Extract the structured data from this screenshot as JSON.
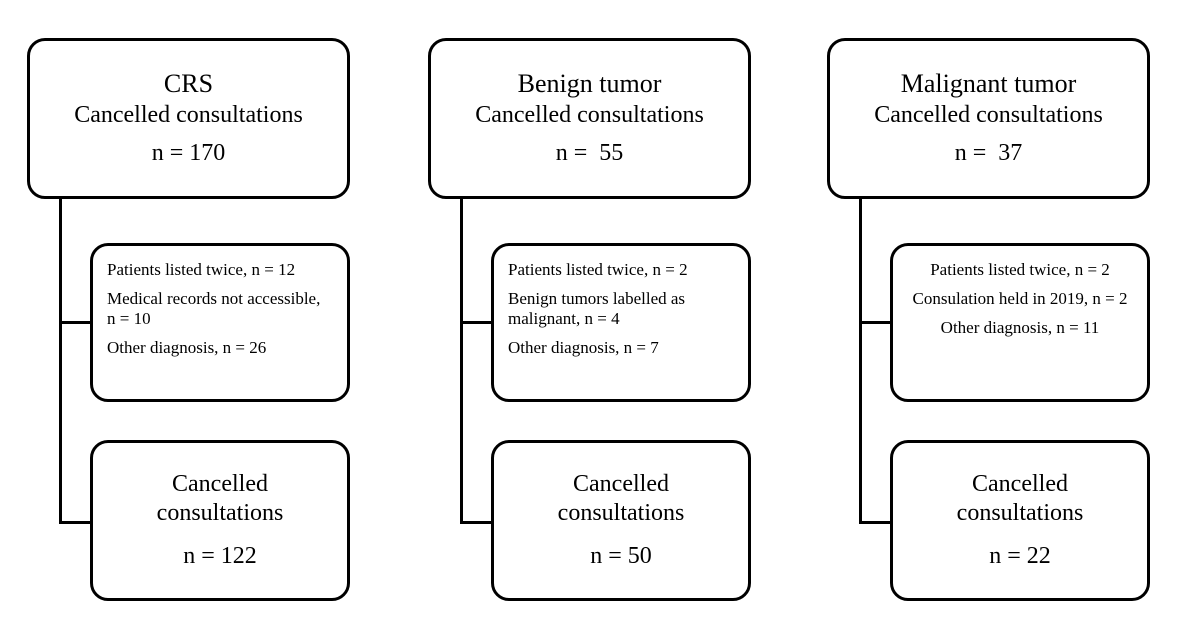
{
  "figure": {
    "type": "flow-diagram",
    "background_color": "#ffffff",
    "line_color": "#000000",
    "columns": [
      {
        "id": "crs",
        "top_box": {
          "title": "CRS",
          "subtitle": "Cancelled consultations",
          "count_label": "n = 170"
        },
        "exclusions": {
          "align": "left",
          "items": [
            "Patients listed twice, n = 12",
            "Medical records not accessible, n = 10",
            "Other diagnosis, n = 26"
          ]
        },
        "bottom_box": {
          "line1": "Cancelled",
          "line2": "consultations",
          "count_label": "n = 122"
        }
      },
      {
        "id": "benign-tumor",
        "top_box": {
          "title": "Benign tumor",
          "subtitle": "Cancelled consultations",
          "count_label": "n =  55"
        },
        "exclusions": {
          "align": "left",
          "items": [
            "Patients listed twice, n = 2",
            "Benign tumors labelled as malignant, n = 4",
            "Other diagnosis, n = 7"
          ]
        },
        "bottom_box": {
          "line1": "Cancelled",
          "line2": "consultations",
          "count_label": "n = 50"
        }
      },
      {
        "id": "malignant-tumor",
        "top_box": {
          "title": "Malignant tumor",
          "subtitle": "Cancelled consultations",
          "count_label": "n =  37"
        },
        "exclusions": {
          "align": "center",
          "items": [
            "Patients listed twice, n = 2",
            "Consulation held in 2019, n = 2",
            "Other diagnosis, n = 11"
          ]
        },
        "bottom_box": {
          "line1": "Cancelled",
          "line2": "consultations",
          "count_label": "n = 22"
        }
      }
    ]
  }
}
